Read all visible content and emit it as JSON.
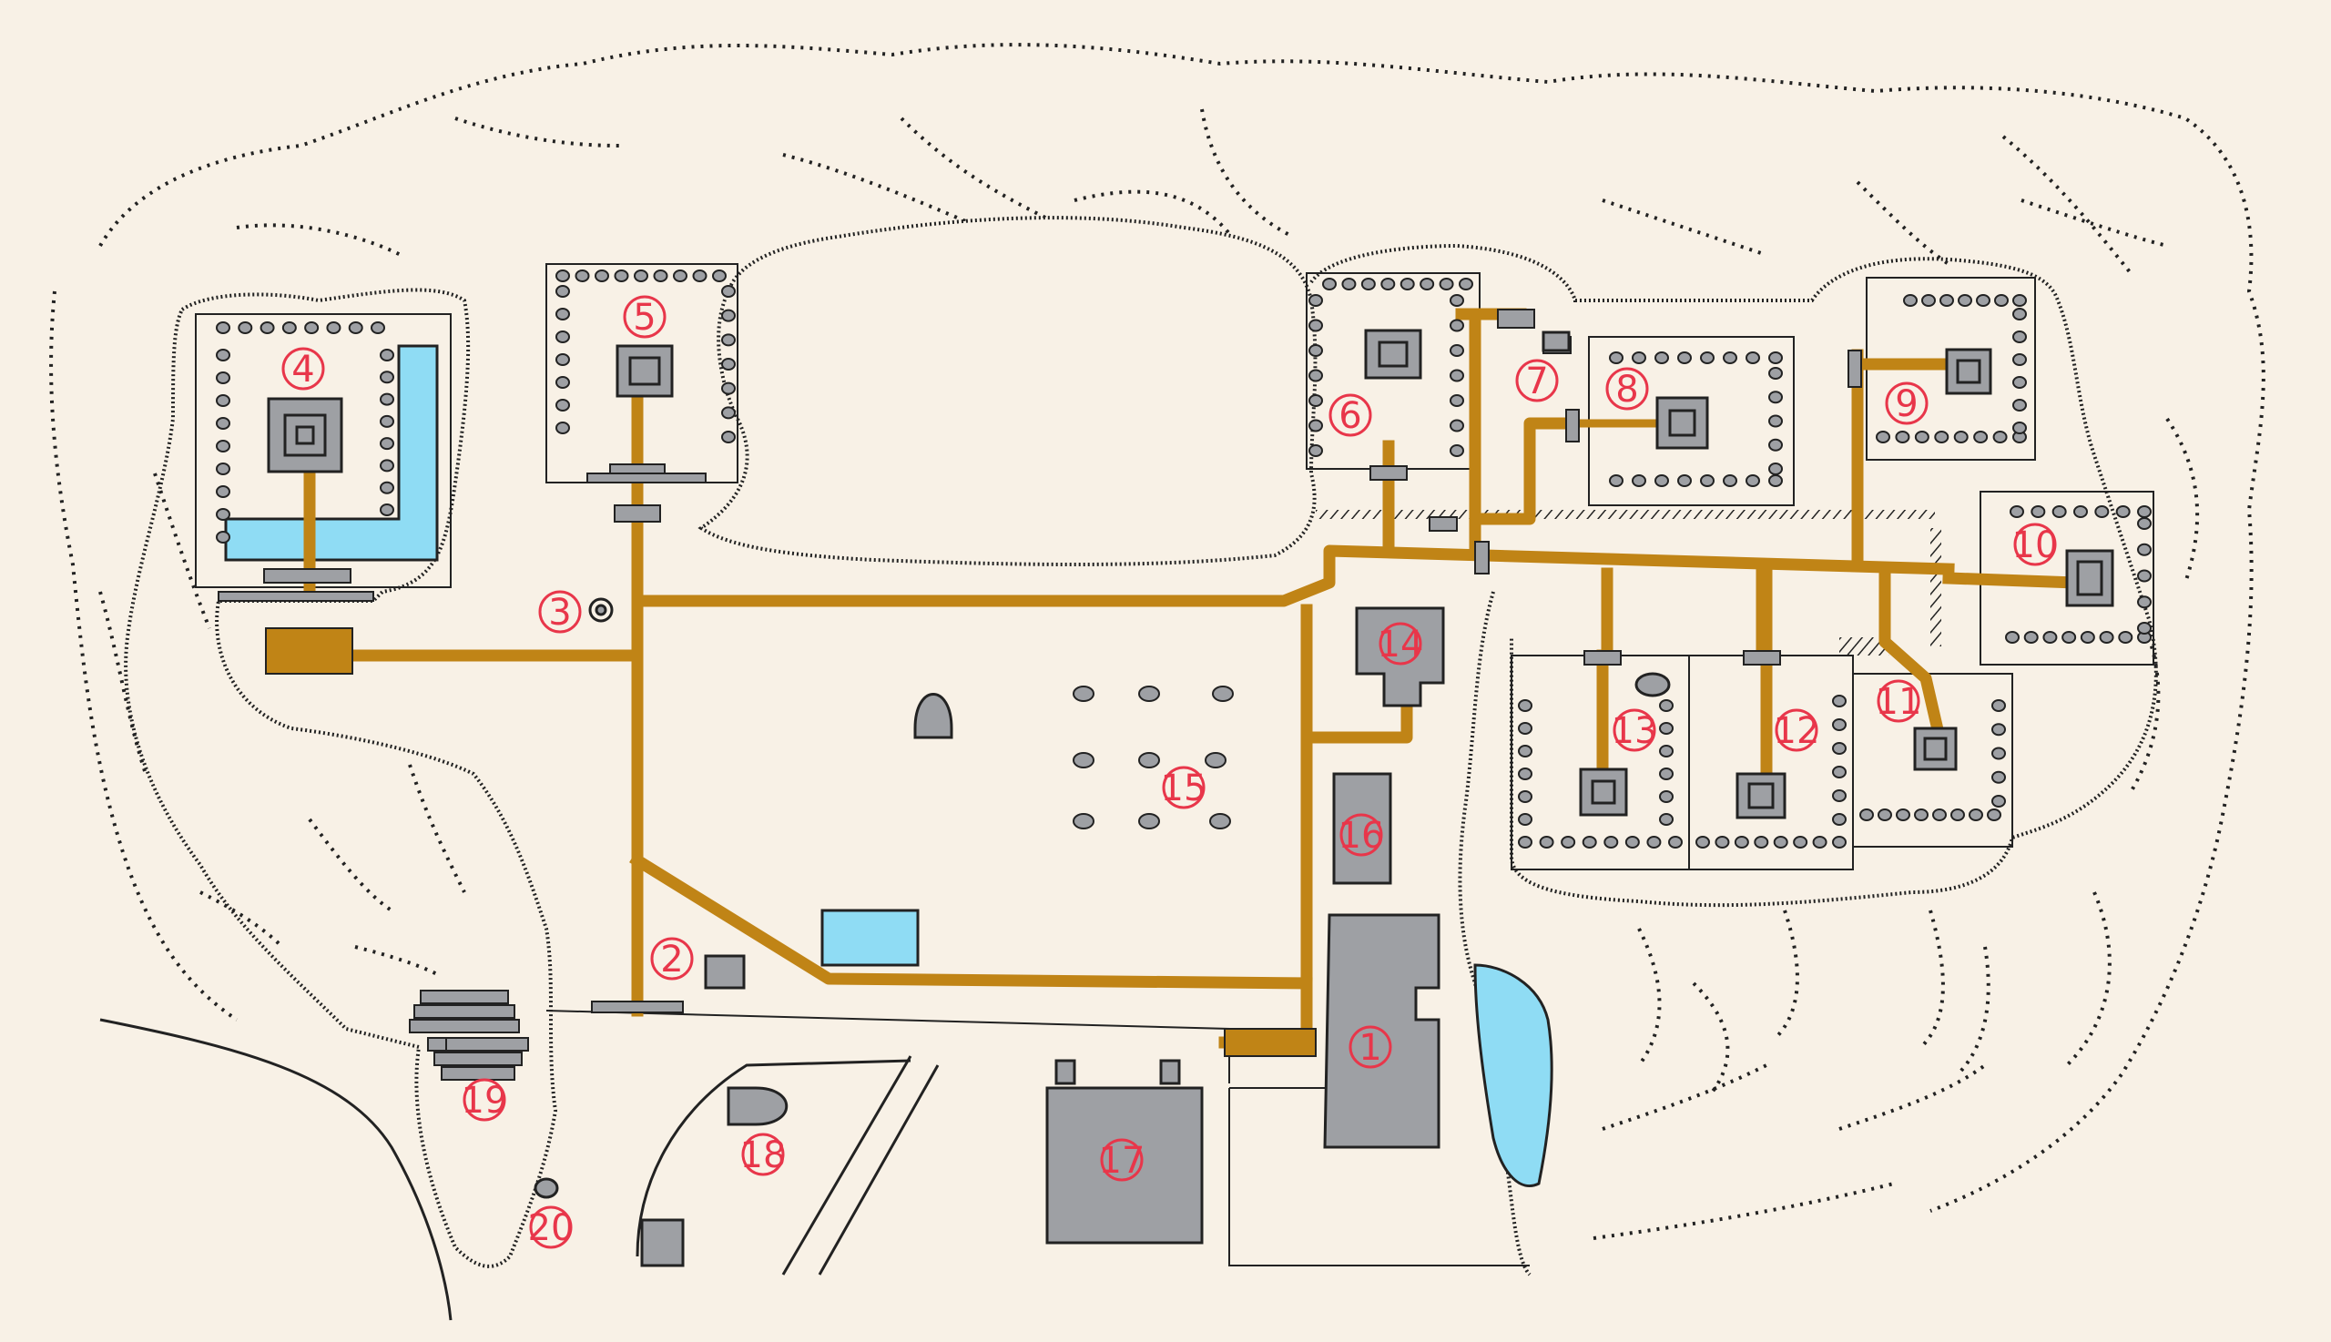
{
  "colors": {
    "background": "#f8f1e6",
    "path": "#c08416",
    "building": "#9ea0a4",
    "building_outline": "#2a2a2a",
    "water": "#8fdcf4",
    "label": "#e8364a",
    "hill_outline": "#222222"
  },
  "labels": [
    {
      "id": 1,
      "text": "1"
    },
    {
      "id": 2,
      "text": "2"
    },
    {
      "id": 3,
      "text": "3"
    },
    {
      "id": 4,
      "text": "4"
    },
    {
      "id": 5,
      "text": "5"
    },
    {
      "id": 6,
      "text": "6"
    },
    {
      "id": 7,
      "text": "7"
    },
    {
      "id": 8,
      "text": "8"
    },
    {
      "id": 9,
      "text": "9"
    },
    {
      "id": 10,
      "text": "10"
    },
    {
      "id": 11,
      "text": "11"
    },
    {
      "id": 12,
      "text": "12"
    },
    {
      "id": 13,
      "text": "13"
    },
    {
      "id": 14,
      "text": "14"
    },
    {
      "id": 15,
      "text": "15"
    },
    {
      "id": 16,
      "text": "16"
    },
    {
      "id": 17,
      "text": "17"
    },
    {
      "id": 18,
      "text": "18"
    },
    {
      "id": 19,
      "text": "19"
    },
    {
      "id": 20,
      "text": "20"
    }
  ]
}
